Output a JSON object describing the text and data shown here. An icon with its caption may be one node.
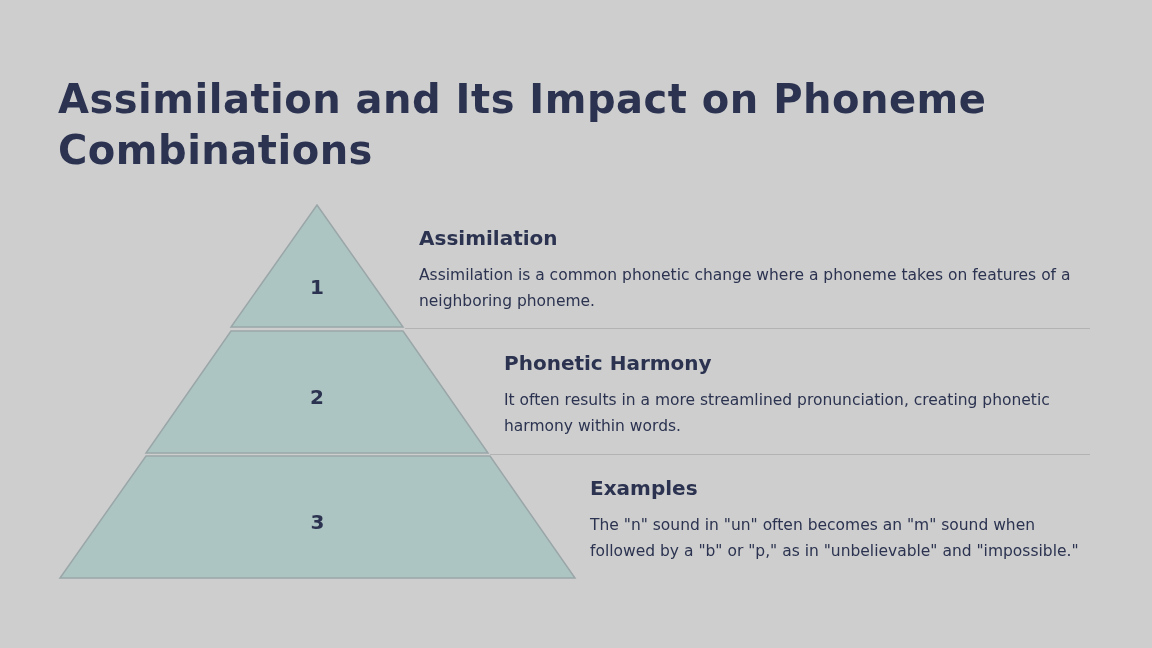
{
  "diagram": {
    "title": "Assimilation and Its Impact on Phoneme Combinations",
    "nodes": [
      {
        "text": [
          "1"
        ],
        "beside": [
          "Assimilation",
          "Assimilation is a common phonetic change where a phoneme takes on features of a neighboring phoneme."
        ]
      },
      {
        "text": [
          "2"
        ],
        "beside": [
          "Phonetic Harmony",
          "It often results in a more streamlined pronunciation, creating phonetic harmony within words."
        ]
      },
      {
        "text": [
          "3"
        ],
        "beside": [
          "Examples",
          "The \"n\" sound in \"un\" often becomes an \"m\" sound when followed by a \"b\" or \"p,\" as in \"unbelievable\" and \"impossible.\""
        ]
      }
    ],
    "edges": []
  }
}
